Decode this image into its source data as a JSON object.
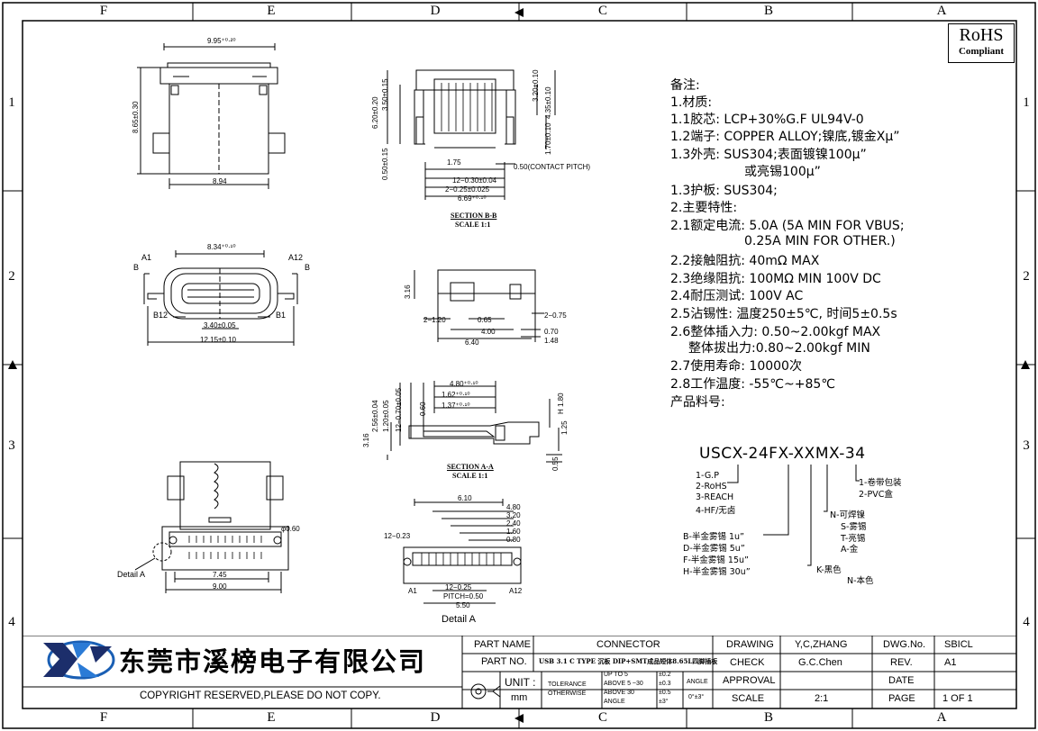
{
  "zones_top": [
    "F",
    "E",
    "D",
    "C",
    "B",
    "A"
  ],
  "zones_side": [
    "1",
    "2",
    "3",
    "4"
  ],
  "rohs": {
    "line1": "RoHS",
    "line2": "Compliant"
  },
  "views": {
    "top": {
      "d1": "9.95⁺⁰·²⁰",
      "d2": "8.65±0.30",
      "d3": "8.94"
    },
    "front": {
      "d1": "8.34⁺⁰·¹⁰",
      "a1": "A1",
      "a12": "A12",
      "b12": "B12",
      "b1": "B1",
      "b_left": "B",
      "b_right": "B",
      "d2": "3.40±0.05",
      "d3": "12.15±0.10"
    },
    "bottom": {
      "d1": "φ0.60",
      "d2": "7.45",
      "d3": "9.00",
      "detail": "Detail A"
    },
    "sectionBB": {
      "d1": "6.20±0.20",
      "d2": "3.50±0.15",
      "d3": "0.50±0.15",
      "d4": "3.20±0.10",
      "d5": "4.35±0.10",
      "d6": "1.70±0.10",
      "d7": "1.75",
      "d8": "0.50(CONTACT PITCH)",
      "d9": "12−0.30±0.04",
      "d10": "2−0.25±0.025",
      "d11": "6.69⁺⁰·¹⁰",
      "title": "SECTION B-B",
      "scale": "SCALE 1:1"
    },
    "side": {
      "d1": "3.16",
      "d2": "2−1.20",
      "d3": "0.65",
      "d4": "2−0.75",
      "d5": "4.00",
      "d6": "0.70",
      "d7": "6.40",
      "d8": "1.48"
    },
    "sectionAA": {
      "d1": "4.80⁺⁰·¹⁰",
      "d2": "1.62⁺⁰·¹⁰",
      "d3": "1.37⁺⁰·¹⁰",
      "d4": "2.56±0.04",
      "d5": "1.20±0.05",
      "d6": "12−0.70±0.05",
      "d7": "0.60",
      "d8": "H 1.80",
      "d9": "3.16",
      "d10": "1.25",
      "d11": "0.55",
      "title": "SECTION A-A",
      "scale": "SCALE 1:1"
    },
    "detailA": {
      "d1": "6.10",
      "d2": "4.80",
      "d3": "3.20",
      "d4": "2.40",
      "d5": "1.60",
      "d6": "0.80",
      "d7": "12−0.23",
      "d8": "12−0.25",
      "d9": "PITCH=0.50",
      "d10": "5.50",
      "a1": "A1",
      "a12": "A12",
      "title": "Detail  A"
    }
  },
  "notes": [
    "备注:",
    "1.材质:",
    "1.1胶芯: LCP+30%G.F UL94V-0",
    "1.2端子: COPPER ALLOY;镍底,镀金Xμ”",
    "1.3外壳: SUS304;表面镀镍100μ”",
    "        或亮锡100μ”",
    "1.3护板: SUS304;",
    "2.主要特性:",
    "2.1额定电流: 5.0A (5A MIN FOR VBUS;",
    "           0.25A MIN FOR OTHER.)",
    "2.2接触阻抗: 40mΩ MAX",
    "2.3绝缘阻抗: 100MΩ MIN 100V DC",
    "2.4耐压测试: 100V AC",
    "2.5沾锡性: 温度250±5℃, 时间5±0.5s",
    "2.6整体插入力: 0.50~2.00kgf MAX",
    "    整体拔出力:0.80~2.00kgf MIN",
    "2.7使用寿命: 10000次",
    "2.8工作温度: -55℃~+85℃",
    "产品料号:"
  ],
  "part_code": "USCX-24FX-XXMX-34",
  "code_options": {
    "group1": [
      "1-G.P",
      "2-RoHS",
      "3-REACH",
      "4-HF/无卤"
    ],
    "group2": [
      "B-半金雾锡 1u”",
      "D-半金雾锡 5u”",
      "F-半金雾锡 15u”",
      "H-半金雾锡 30u”"
    ],
    "group3": [
      "K-黑色",
      "N-本色"
    ],
    "group4": [
      "N-可焊镍",
      "S-雾锡",
      "T-亮锡",
      "A-金"
    ],
    "group5": [
      "1-卷带包装",
      "2-PVC盒"
    ]
  },
  "title_block": {
    "company": "东莞市溪榜电子有限公司",
    "copyright": "COPYRIGHT RESERVED,PLEASE DO NOT COPY.",
    "part_name_label": "PART NAME",
    "part_name": "CONNECTOR",
    "part_no_label": "PART NO.",
    "part_no": "USB 3.1 C TYPE 沉板 DIP+SMT成品短体8.65L四脚插板",
    "unit_label": "UNIT :",
    "unit": "mm",
    "tolerance": "TOLERANCE OTHERWISE",
    "tol1": "UP TO 5",
    "tol1v": "±0.2",
    "tol2": "ABOVE 5 ~30",
    "tol2v": "±0.3",
    "tol3": "ABOVE 30",
    "tol3v": "±0.5",
    "tol4": "ANGLE",
    "tol4v": "±3°",
    "angle_label": "ANGLE",
    "angle_val": "0°±3°",
    "drawing_label": "DRAWING",
    "drawing": "Y,C,ZHANG",
    "check_label": "CHECK",
    "check": "G.C.Chen",
    "approval_label": "APPROVAL",
    "scale_label": "SCALE",
    "scale": "2:1",
    "dwg_label": "DWG.No.",
    "dwg": "SBICL",
    "rev_label": "REV.",
    "rev": "A1",
    "date_label": "DATE",
    "page_label": "PAGE",
    "page": "1 OF 1"
  }
}
